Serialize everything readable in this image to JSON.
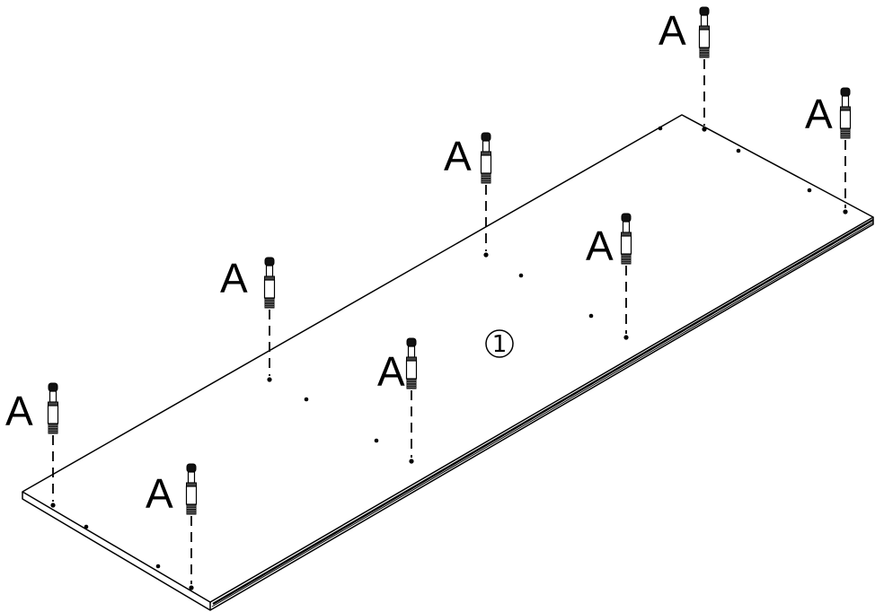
{
  "diagram": {
    "panel_number": "1",
    "dowel_label": "A",
    "dowel_count": 8,
    "colors": {
      "ink": "#000000",
      "background": "#ffffff"
    }
  }
}
